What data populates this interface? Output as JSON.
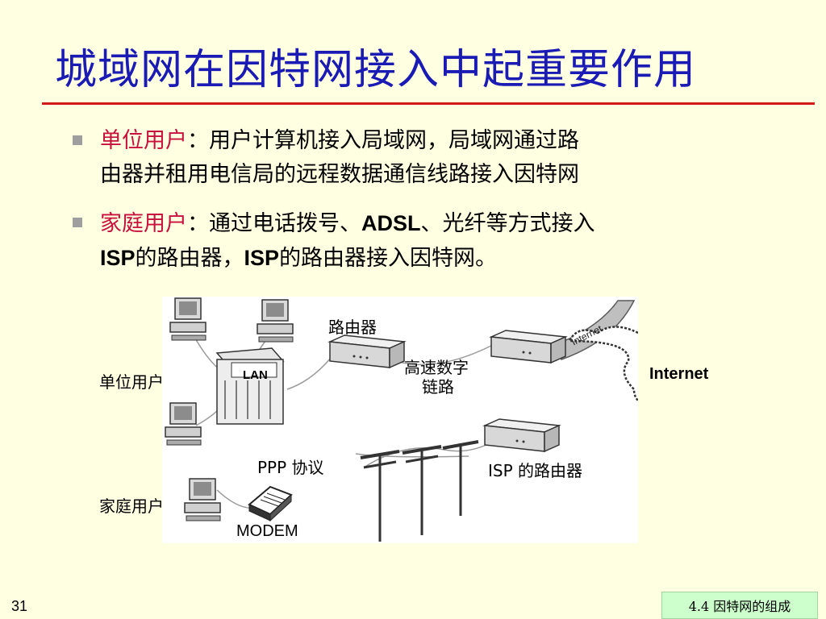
{
  "slide": {
    "title": "城域网在因特网接入中起重要作用",
    "page_number": "31",
    "footer_section": "4.4  因特网的组成"
  },
  "bullets": [
    {
      "term": "单位用户",
      "sep": "：",
      "line1": "用户计算机接入局域网，局域网通过路",
      "line2": "由器并租用电信局的远程数据通信线路接入因特网"
    },
    {
      "term": "家庭用户",
      "sep": "：",
      "line1_a": "通过电话拨号、",
      "line1_b": "ADSL",
      "line1_c": "、光纤等方式接入",
      "line2_a": "ISP",
      "line2_b": "的路由器，",
      "line2_c": "ISP",
      "line2_d": "的路由器接入因特网。"
    }
  ],
  "diagram": {
    "unit_user": "单位用户",
    "home_user": "家庭用户",
    "lan": "LAN",
    "router": "路由器",
    "high_speed_link_1": "高速数字",
    "high_speed_link_2": "链路",
    "ppp": "PPP 协议",
    "isp_router": "ISP 的路由器",
    "modem": "MODEM",
    "internet_cloud": "Internet",
    "internet_tube": "Internet"
  }
}
